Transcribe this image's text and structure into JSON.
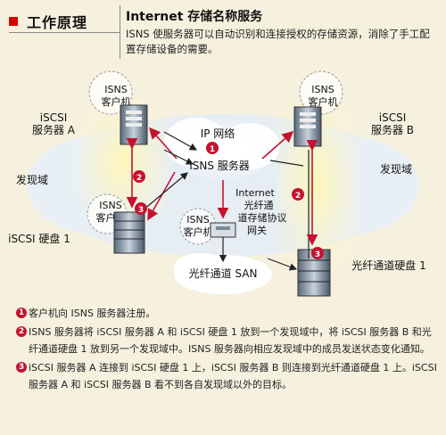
{
  "header": {
    "section": "工作原理",
    "title": "Internet 存储名称服务",
    "intro": "ISNS 使服务器可以自动识别和连接授权的存储资源，消除了手工配置存储设备的需要。"
  },
  "diagram": {
    "isns_client_a": [
      "ISNS",
      "客户机"
    ],
    "server_a": [
      "iSCSI",
      "服务器 A"
    ],
    "isns_client_b": [
      "ISNS",
      "客户机"
    ],
    "server_b": [
      "iSCSI",
      "服务器 B"
    ],
    "ip_network": "IP 网络",
    "isns_server": "ISNS 服务器",
    "discovery_left": "发现域",
    "discovery_right": "发现域",
    "isns_client_disk": [
      "ISNS",
      "客户机"
    ],
    "iscsi_disk": "iSCSI 硬盘 1",
    "gateway": [
      "Internet",
      "光纤通",
      "道存储协议",
      "网关"
    ],
    "isns_client_gw": [
      "ISNS",
      "客户机"
    ],
    "fc_san": "光纤通道 SAN",
    "fc_disk": "光纤通道硬盘 1",
    "badges": [
      "1",
      "2",
      "3"
    ]
  },
  "notes": [
    {
      "num": "1",
      "text": "客户机向 ISNS 服务器注册。"
    },
    {
      "num": "2",
      "text": "ISNS 服务器将 iSCSI 服务器 A 和 iSCSI 硬盘 1 放到一个发现域中，将 iSCSI 服务器 B 和光纤通道硬盘 1 放到另一个发现域中。ISNS 服务器向相应发现域中的成员发送状态变化通知。"
    },
    {
      "num": "3",
      "text": "iSCSI 服务器 A 连接到 iSCSI 硬盘 1 上，iSCSI 服务器 B 则连接到光纤通道硬盘 1 上。iSCSI 服务器 A 和 iSCSI 服务器 B 看不到各自发现域以外的目标。"
    }
  ],
  "colors": {
    "accent": "#c4122f",
    "header_square": "#d40000",
    "background": "#f6f1de"
  }
}
